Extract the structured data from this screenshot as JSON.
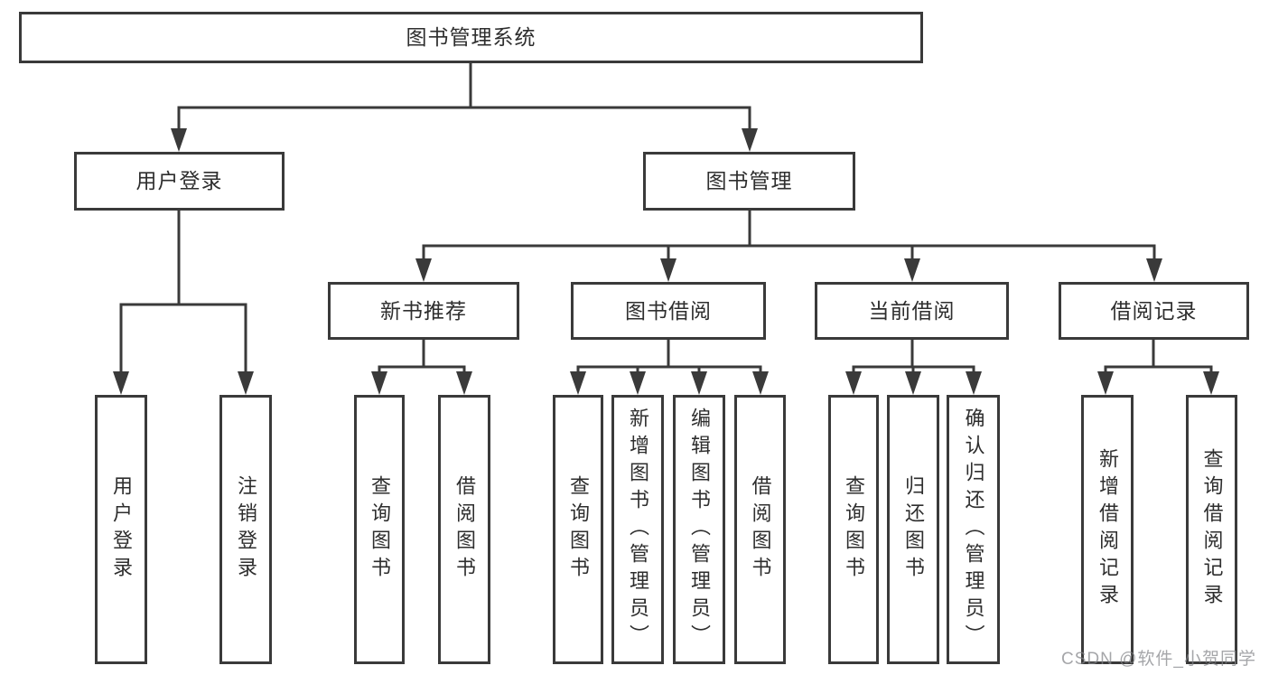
{
  "diagram": {
    "title": "图书管理系统",
    "watermark": "CSDN @软件_小贺同学",
    "colors": {
      "line": "#3a3a3a",
      "border": "#3a3a3a",
      "text": "#2e2e2e",
      "background": "#ffffff",
      "watermark_gray": "#848488"
    },
    "nodes": [
      {
        "label": "图书管理系统",
        "parent": null,
        "level": 1
      },
      {
        "label": "用户登录",
        "parent": 0,
        "level": 2
      },
      {
        "label": "图书管理",
        "parent": 0,
        "level": 2
      },
      {
        "label": "用户登录",
        "parent": 1,
        "level": 3
      },
      {
        "label": "注销登录",
        "parent": 1,
        "level": 3
      },
      {
        "label": "新书推荐",
        "parent": 2,
        "level": 3
      },
      {
        "label": "图书借阅",
        "parent": 2,
        "level": 3
      },
      {
        "label": "当前借阅",
        "parent": 2,
        "level": 3
      },
      {
        "label": "借阅记录",
        "parent": 2,
        "level": 3
      },
      {
        "label": "查询图书",
        "parent": 5,
        "level": 4
      },
      {
        "label": "借阅图书",
        "parent": 5,
        "level": 4
      },
      {
        "label": "查询图书",
        "parent": 6,
        "level": 4
      },
      {
        "label": "新增图书（管理员）",
        "parent": 6,
        "level": 4
      },
      {
        "label": "编辑图书（管理员）",
        "parent": 6,
        "level": 4
      },
      {
        "label": "借阅图书",
        "parent": 6,
        "level": 4
      },
      {
        "label": "查询图书",
        "parent": 7,
        "level": 4
      },
      {
        "label": "归还图书",
        "parent": 7,
        "level": 4
      },
      {
        "label": "确认归还（管理员）",
        "parent": 7,
        "level": 4
      },
      {
        "label": "新增借阅记录",
        "parent": 8,
        "level": 4
      },
      {
        "label": "查询借阅记录",
        "parent": 8,
        "level": 4
      }
    ]
  }
}
